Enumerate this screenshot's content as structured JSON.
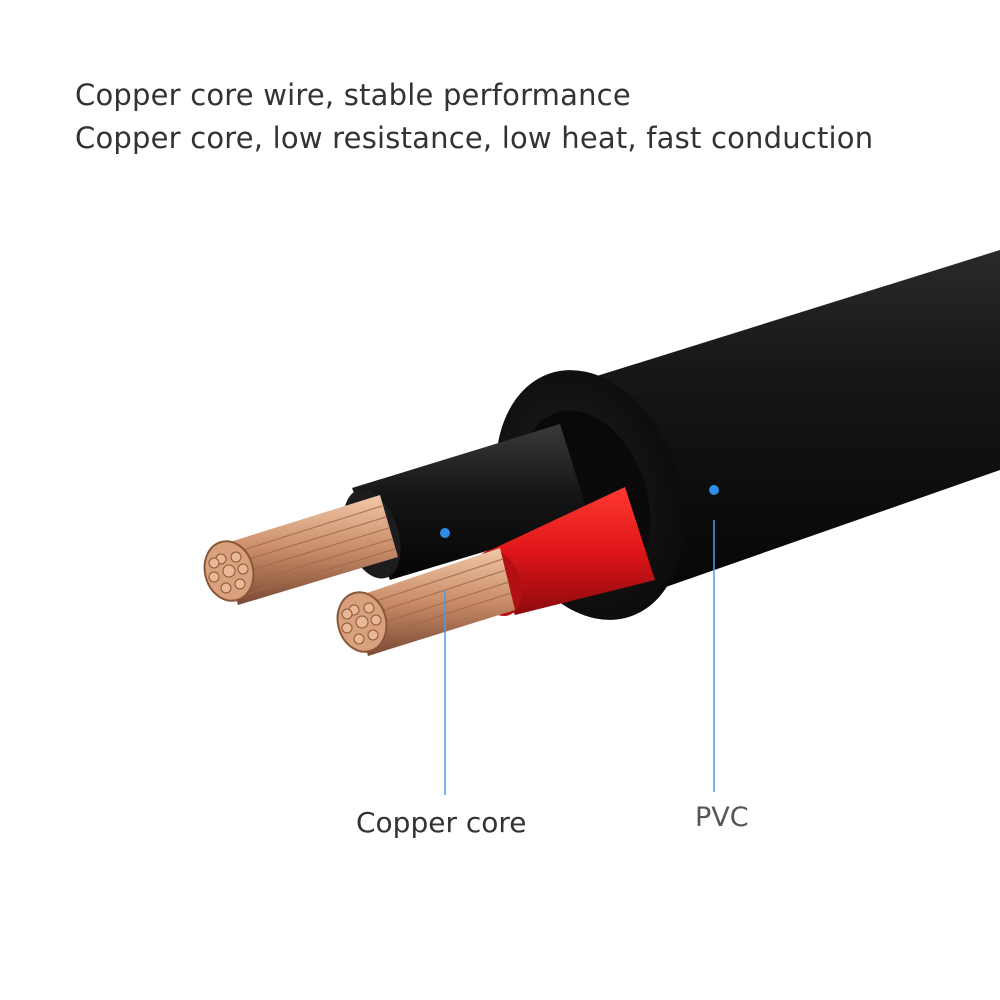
{
  "headline": {
    "line1": "Copper core wire, stable performance",
    "line2": "Copper core, low resistance, low heat, fast conduction"
  },
  "callouts": {
    "copper_core": "Copper core",
    "pvc": "PVC"
  },
  "colors": {
    "jacket": "#141414",
    "insulation_red": "#e3161a",
    "insulation_black": "#1a1a1a",
    "copper": "#c98f6d",
    "pointer_blue": "#2f8ee6"
  }
}
